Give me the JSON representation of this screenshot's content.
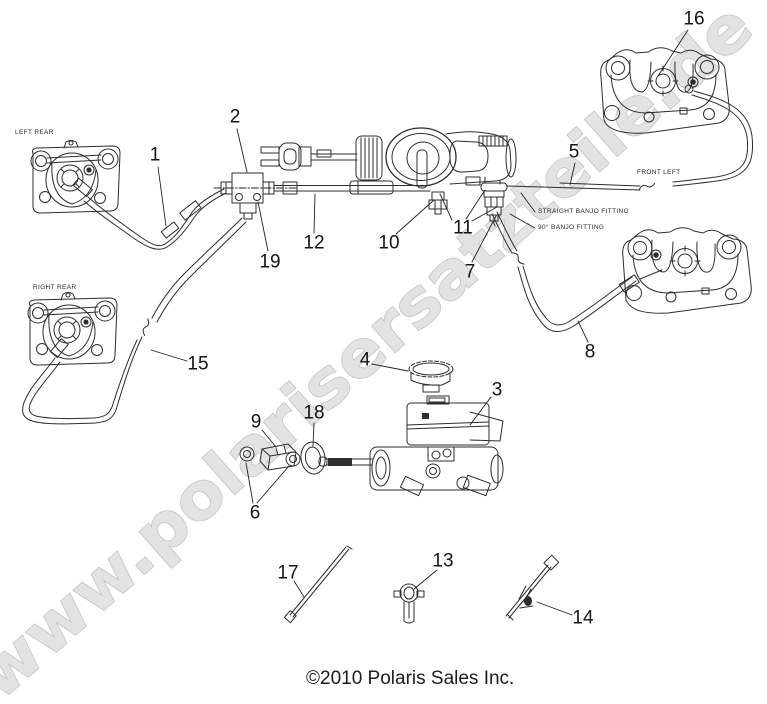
{
  "diagram": {
    "watermark": "www.polarisersatzteile.de",
    "copyright": "©2010 Polaris Sales Inc.",
    "part_labels": {
      "left_rear": "LEFT REAR",
      "right_rear": "RIGHT REAR",
      "front_left": "FRONT LEFT",
      "straight_banjo_fitting": "STRAIGHT BANJO FITTING",
      "banjo_90_fitting": "90° BANJO FITTING"
    },
    "callouts": [
      {
        "label": "1"
      },
      {
        "label": "2"
      },
      {
        "label": "3"
      },
      {
        "label": "4"
      },
      {
        "label": "5"
      },
      {
        "label": "6"
      },
      {
        "label": "7"
      },
      {
        "label": "8"
      },
      {
        "label": "9"
      },
      {
        "label": "10"
      },
      {
        "label": "11"
      },
      {
        "label": "12"
      },
      {
        "label": "13"
      },
      {
        "label": "14"
      },
      {
        "label": "15"
      },
      {
        "label": "16"
      },
      {
        "label": "17"
      },
      {
        "label": "18"
      },
      {
        "label": "19"
      }
    ],
    "colors": {
      "line": "#2d2d2d",
      "watermark_fill": "#e3e3e3",
      "watermark_stroke": "#c4c4c4",
      "background": "#ffffff"
    }
  }
}
